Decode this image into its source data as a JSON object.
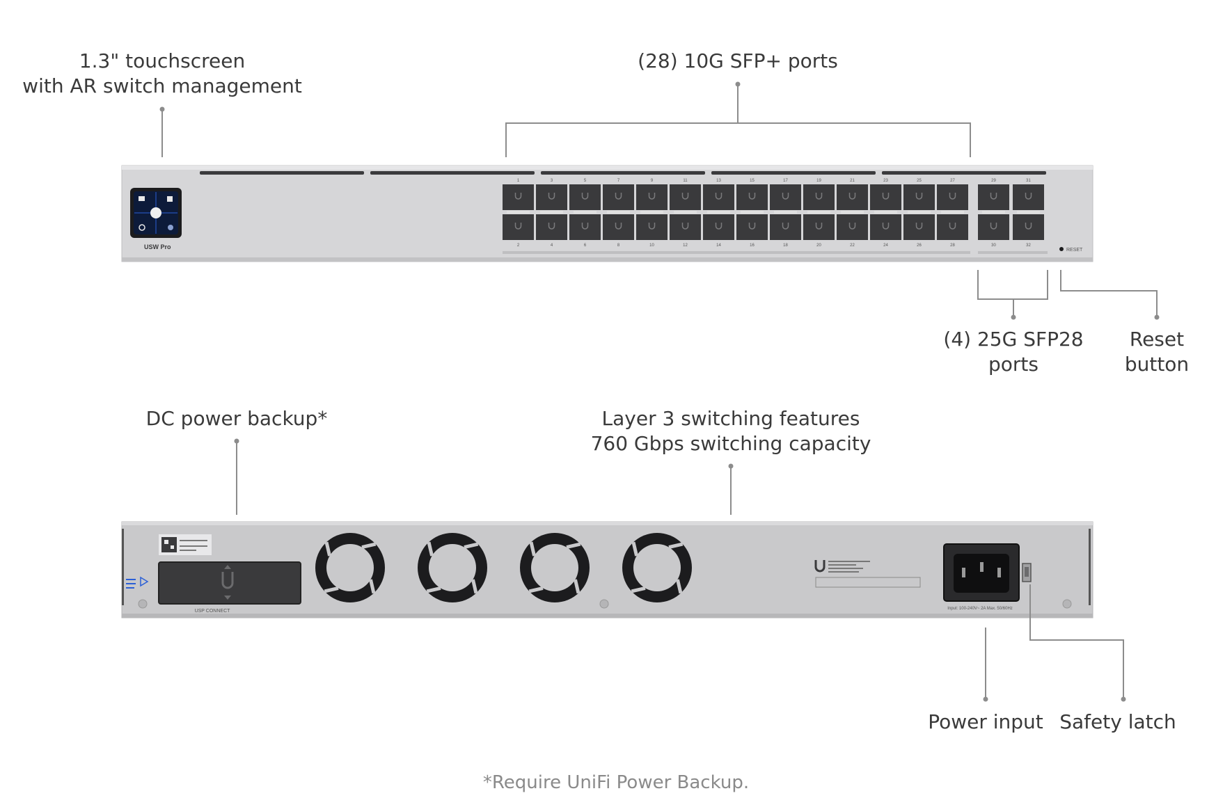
{
  "front": {
    "callouts": {
      "touchscreen": [
        "1.3\" touchscreen",
        "with AR switch management"
      ],
      "sfp_plus": [
        "(28) 10G SFP+ ports"
      ],
      "sfp28": [
        "(4) 25G SFP28",
        "ports"
      ],
      "reset": [
        "Reset",
        "button"
      ]
    },
    "model_label": "USW Pro",
    "reset_label": "RESET",
    "port_top_numbers": [
      "1",
      "3",
      "5",
      "7",
      "9",
      "11",
      "13",
      "15",
      "17",
      "19",
      "21",
      "23",
      "25",
      "27",
      "29",
      "31"
    ],
    "port_bottom_numbers": [
      "2",
      "4",
      "6",
      "8",
      "10",
      "12",
      "14",
      "16",
      "18",
      "20",
      "22",
      "24",
      "26",
      "28",
      "30",
      "32"
    ]
  },
  "rear": {
    "callouts": {
      "dc_backup": [
        "DC power backup*"
      ],
      "layer3": [
        "Layer 3 switching features",
        "760 Gbps switching capacity"
      ],
      "power_input": [
        "Power input"
      ],
      "safety_latch": [
        "Safety latch"
      ]
    },
    "usp_label": "USP CONNECT",
    "power_rating": "Input: 100-240V~ 2A Max. 50/60Hz"
  },
  "footnote": "*Require UniFi Power Backup.",
  "colors": {
    "chassis": "#d6d6d8",
    "port": "#3a3a3c",
    "text": "#3a3a3a",
    "line": "#8c8c8c"
  }
}
